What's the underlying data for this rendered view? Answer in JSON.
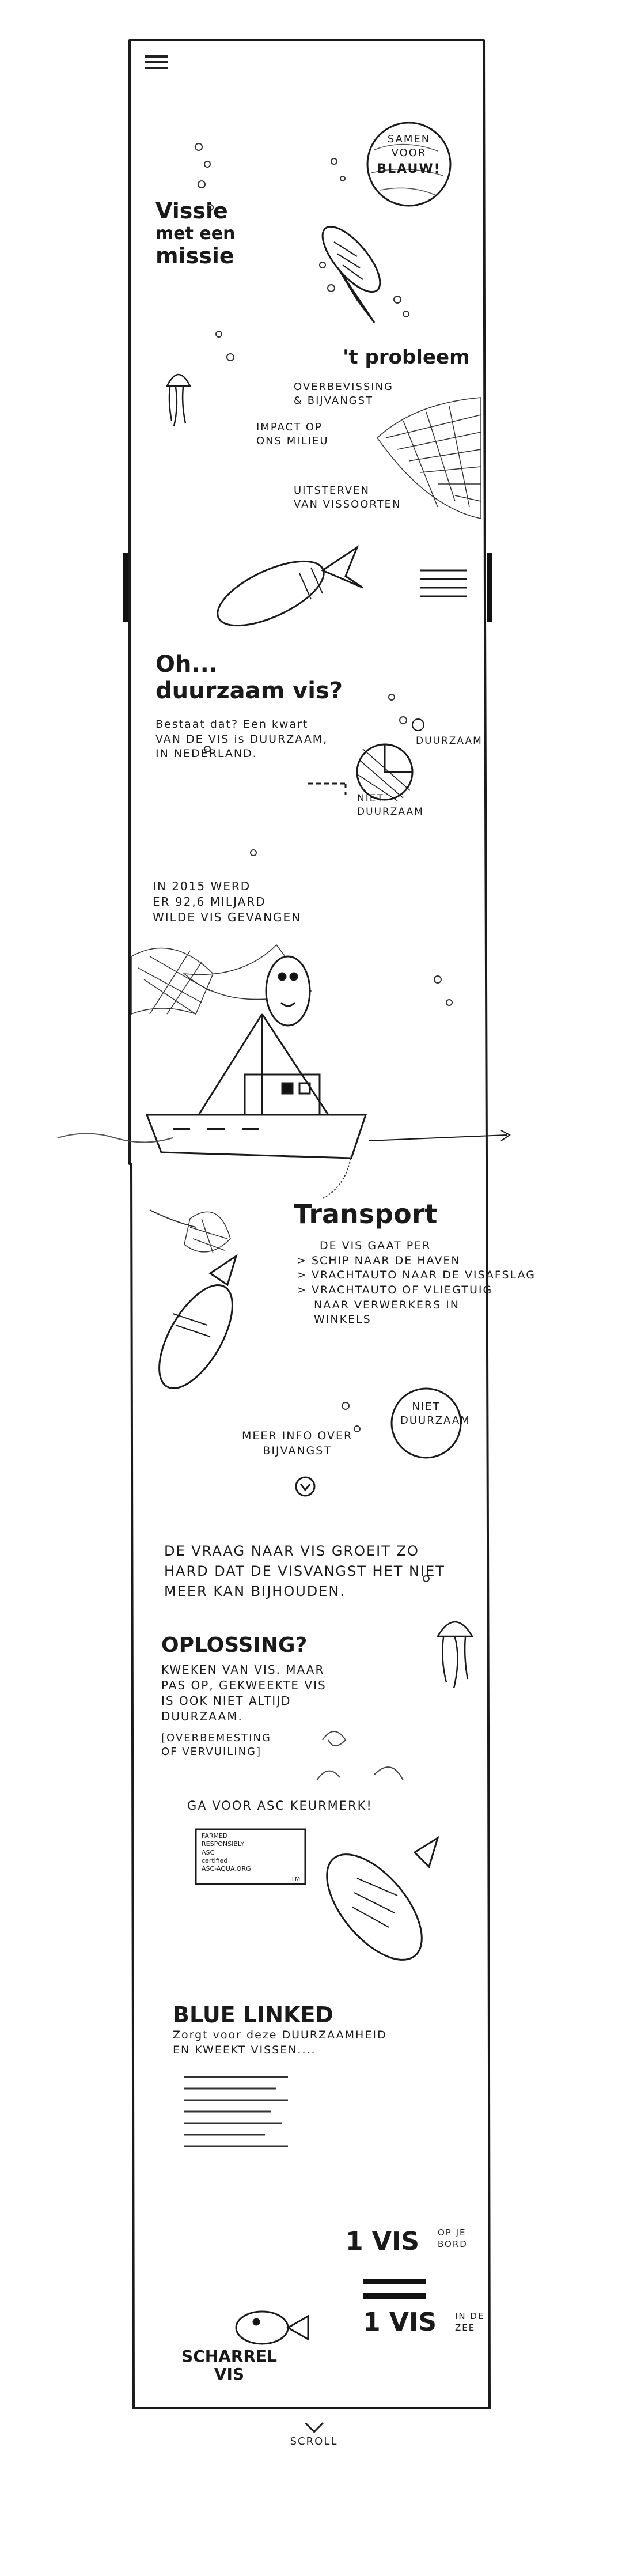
{
  "header": {
    "menu_icon": "hamburger-icon",
    "badge": {
      "line1": "SAMEN",
      "line2": "VOOR",
      "line3": "BLAUW!"
    }
  },
  "intro": {
    "title_line1": "Vissie",
    "title_line2": "met een",
    "title_line3": "missie"
  },
  "problem": {
    "heading": "'t probleem",
    "item1": "OVERBEVISSING\n& BIJVANGST",
    "item2": "IMPACT OP\nONS MILIEU",
    "item3": "UITSTERVEN\nVAN VISSOORTEN"
  },
  "sustainable": {
    "heading_line1": "Oh...",
    "heading_line2": "duurzaam vis?",
    "text": "Bestaat dat? Een kwart\nVAN DE VIS is DUURZAAM,\nIN NEDERLAND.",
    "pie_label_yes": "DUURZAAM",
    "pie_label_no": "NIET\nDUURZAAM"
  },
  "catch": {
    "text": "IN 2015 WERD\nER 92,6 MILJARD\nWILDE VIS GEVANGEN"
  },
  "transport": {
    "heading": "Transport",
    "line1": "DE VIS GAAT PER",
    "line2": "> SCHIP NAAR DE HAVEN",
    "line3": "> VRACHTAUTO NAAR DE VISAFSLAG",
    "line4": "> VRACHTAUTO OF VLIEGTUIG",
    "line5": "NAAR VERWERKERS IN",
    "line6": "WINKELS",
    "badge": "NIET\nDUURZAAM",
    "more_info": "MEER INFO OVER\nBIJVANGST"
  },
  "demand": {
    "text": "DE VRAAG NAAR VIS GROEIT ZO\nHARD DAT DE VISVANGST HET NIET\nMEER KAN BIJHOUDEN."
  },
  "solution": {
    "heading": "OPLOSSING?",
    "text": "KWEKEN VAN VIS. MAAR\nPAS OP, GEKWEEKTE VIS\nIS OOK NIET ALTIJD\nDUURZAAM.",
    "note": "[OVERBEMESTING\nOF VERVUILING]"
  },
  "asc": {
    "text": "GA VOOR ASC KEURMERK!",
    "card_line1": "FARMED",
    "card_line2": "RESPONSIBLY",
    "card_line3": "ASC",
    "card_line4": "certified",
    "card_line5": "ASC-AQUA.ORG",
    "card_tm": "TM"
  },
  "bluelinked": {
    "heading": "BLUE LINKED",
    "text": "Zorgt voor deze DUURZAAMHEID\nEN KWEEKT VISSEN...."
  },
  "footer": {
    "equation_top": "1 VIS",
    "equation_top_small": "OP JE\nBORD",
    "equation_bottom": "1 VIS",
    "equation_bottom_small": "IN DE\nZEE",
    "scharrel_line1": "SCHARREL",
    "scharrel_line2": "VIS",
    "scroll_label": "SCROLL"
  }
}
